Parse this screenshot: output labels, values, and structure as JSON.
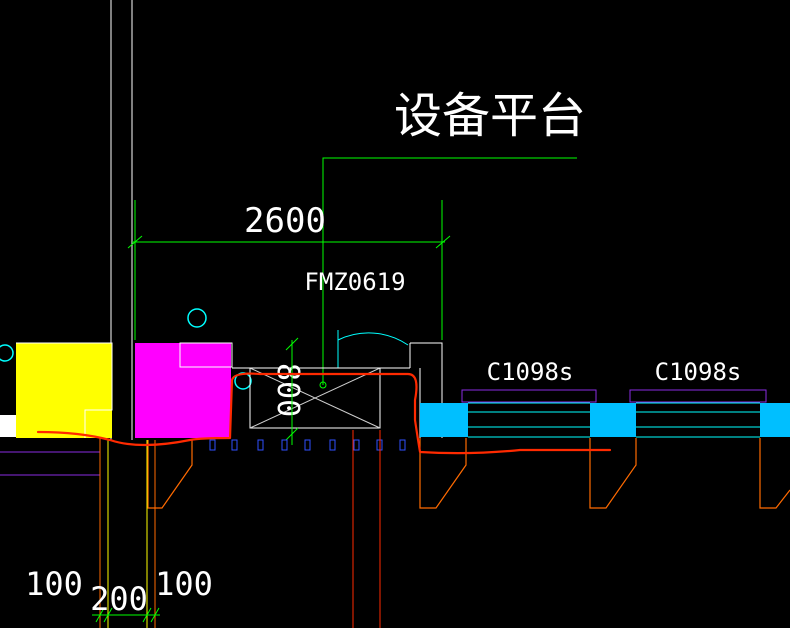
{
  "title": "设备平台",
  "dimensions": {
    "width_label": "2600",
    "bottom_left": "100",
    "bottom_mid": "200",
    "bottom_right": "100",
    "opening_height": "800"
  },
  "door_label": "FMZ0619",
  "windows": [
    "C1098s",
    "C1098s"
  ],
  "colors": {
    "background": "#000000",
    "wall_white": "#ffffff",
    "dim_green": "#00ff00",
    "column_yellow": "#ffff00",
    "column_magenta": "#ff00ff",
    "window_cyan": "#00bfff",
    "markup_red": "#ff2a00",
    "beam_orange": "#ff6a00",
    "cyan_line": "#00ffff",
    "purple_line": "#8a2be2"
  }
}
